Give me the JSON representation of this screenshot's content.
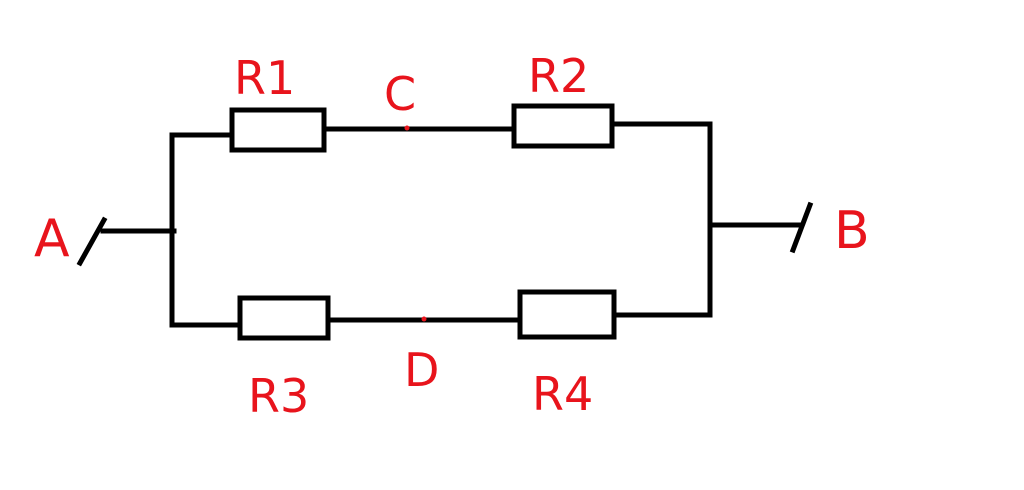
{
  "diagram": {
    "terminals": {
      "a": "A",
      "b": "B"
    },
    "nodes": {
      "c": "C",
      "d": "D"
    },
    "resistors": {
      "r1": "R1",
      "r2": "R2",
      "r3": "R3",
      "r4": "R4"
    },
    "colors": {
      "wire": "#000000",
      "label": "#e8141c"
    }
  }
}
